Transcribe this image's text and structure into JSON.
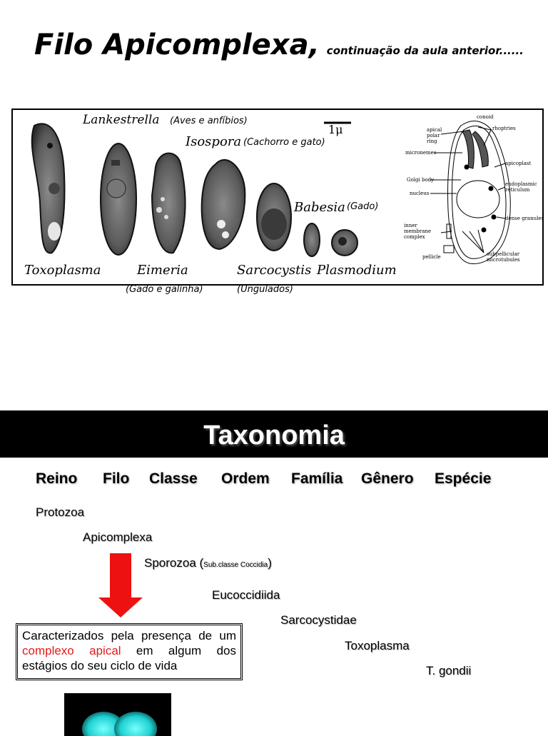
{
  "slide1": {
    "title": "Filo Apicomplexa,",
    "subtitle": "continuação da aula anterior......",
    "figure": {
      "genera": {
        "lankestrella": "Lankestrella",
        "isospora": "Isospora",
        "babesia": "Babesia",
        "toxoplasma": "Toxoplasma",
        "eimeria": "Eimeria",
        "sarcocystis": "Sarcocystis",
        "plasmodium": "Plasmodium"
      },
      "hosts": {
        "lankestrella": "(Aves e anfíbios)",
        "isospora": "(Cachorro e gato)",
        "babesia": "(Gado)",
        "eimeria": "(Gado e galinha)",
        "sarcocystis": "(Ungulados)"
      },
      "scale_label": "1μ",
      "diagram_labels": {
        "conoid": "conoid",
        "rhoptries": "rhoptries",
        "apical_polar_ring": "apical polar ring",
        "micronemes": "micronemes",
        "apicoplast": "apicoplast",
        "golgi": "Golgi body",
        "er": "endoplasmic reticulum",
        "nucleus": "nucleus",
        "dense_granules": "dense granules",
        "imc": "inner membrane complex",
        "pellicle": "pellicle",
        "subpellicular": "subpellicular microtubules"
      }
    }
  },
  "slide2": {
    "title": "Taxonomia",
    "ranks": [
      "Reino",
      "Filo",
      "Classe",
      "Ordem",
      "Família",
      "Gênero",
      "Espécie"
    ],
    "levels": {
      "reino": "Protozoa",
      "filo": "Apicomplexa",
      "classe": "Sporozoa (",
      "classe_sub": "Sub.classe Coccidia",
      "classe_end": ")",
      "ordem": "Eucoccidiida",
      "familia": "Sarcocystidae",
      "genero": "Toxoplasma",
      "especie": "T. gondii"
    },
    "callout": {
      "before": "Caracterizados pela presença de um ",
      "highlight": "complexo apical",
      "after": " em algum dos estágios do seu ciclo de vida"
    },
    "colors": {
      "arrow": "#ee1111",
      "highlight": "#e21b1b",
      "cell": "#1fd0d0"
    }
  }
}
